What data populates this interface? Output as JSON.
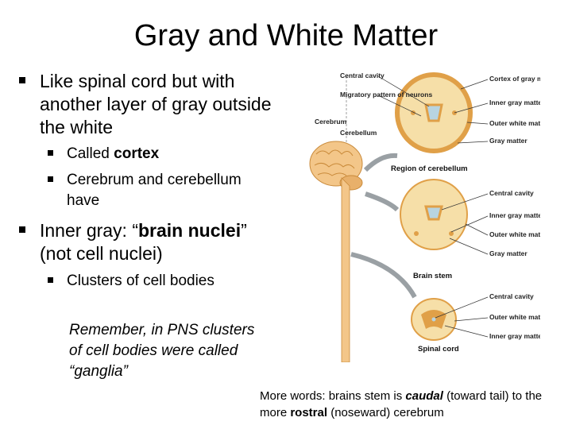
{
  "slide": {
    "title": "Gray and White Matter",
    "bullets": {
      "b1": "Like spinal cord but with another layer of gray outside the white",
      "b1_sub1_prefix": "Called ",
      "b1_sub1_bold": "cortex",
      "b1_sub2": "Cerebrum and cerebellum have",
      "b2_prefix": "Inner gray: “",
      "b2_bold": "brain nuclei",
      "b2_suffix": "” (not cell nuclei)",
      "b2_sub1": "Clusters of cell bodies"
    },
    "remember": "Remember, in PNS clusters of cell bodies were called “ganglia”",
    "more": {
      "p1": "More words: brains stem is ",
      "caudal": "caudal",
      "p2": " (toward tail) to the more ",
      "rostral": "rostral",
      "p3": " (noseward) cerebrum"
    }
  },
  "figure": {
    "labels": {
      "central_cavity": "Central cavity",
      "migratory": "Migratory pattern of neurons",
      "cerebrum": "Cerebrum",
      "cerebellum": "Cerebellum",
      "cortex_gray": "Cortex of gray matter",
      "inner_gray": "Inner gray matter",
      "outer_white": "Outer white matter",
      "gray_matter": "Gray matter",
      "region_cerebellum": "Region of cerebellum",
      "brain_stem": "Brain stem",
      "spinal_cord": "Spinal cord"
    }
  },
  "colors": {
    "white_matter": "#f6dfa8",
    "gray_matter": "#e0a048",
    "cavity": "#b8d4e0",
    "arrow": "#9aa0a4"
  }
}
